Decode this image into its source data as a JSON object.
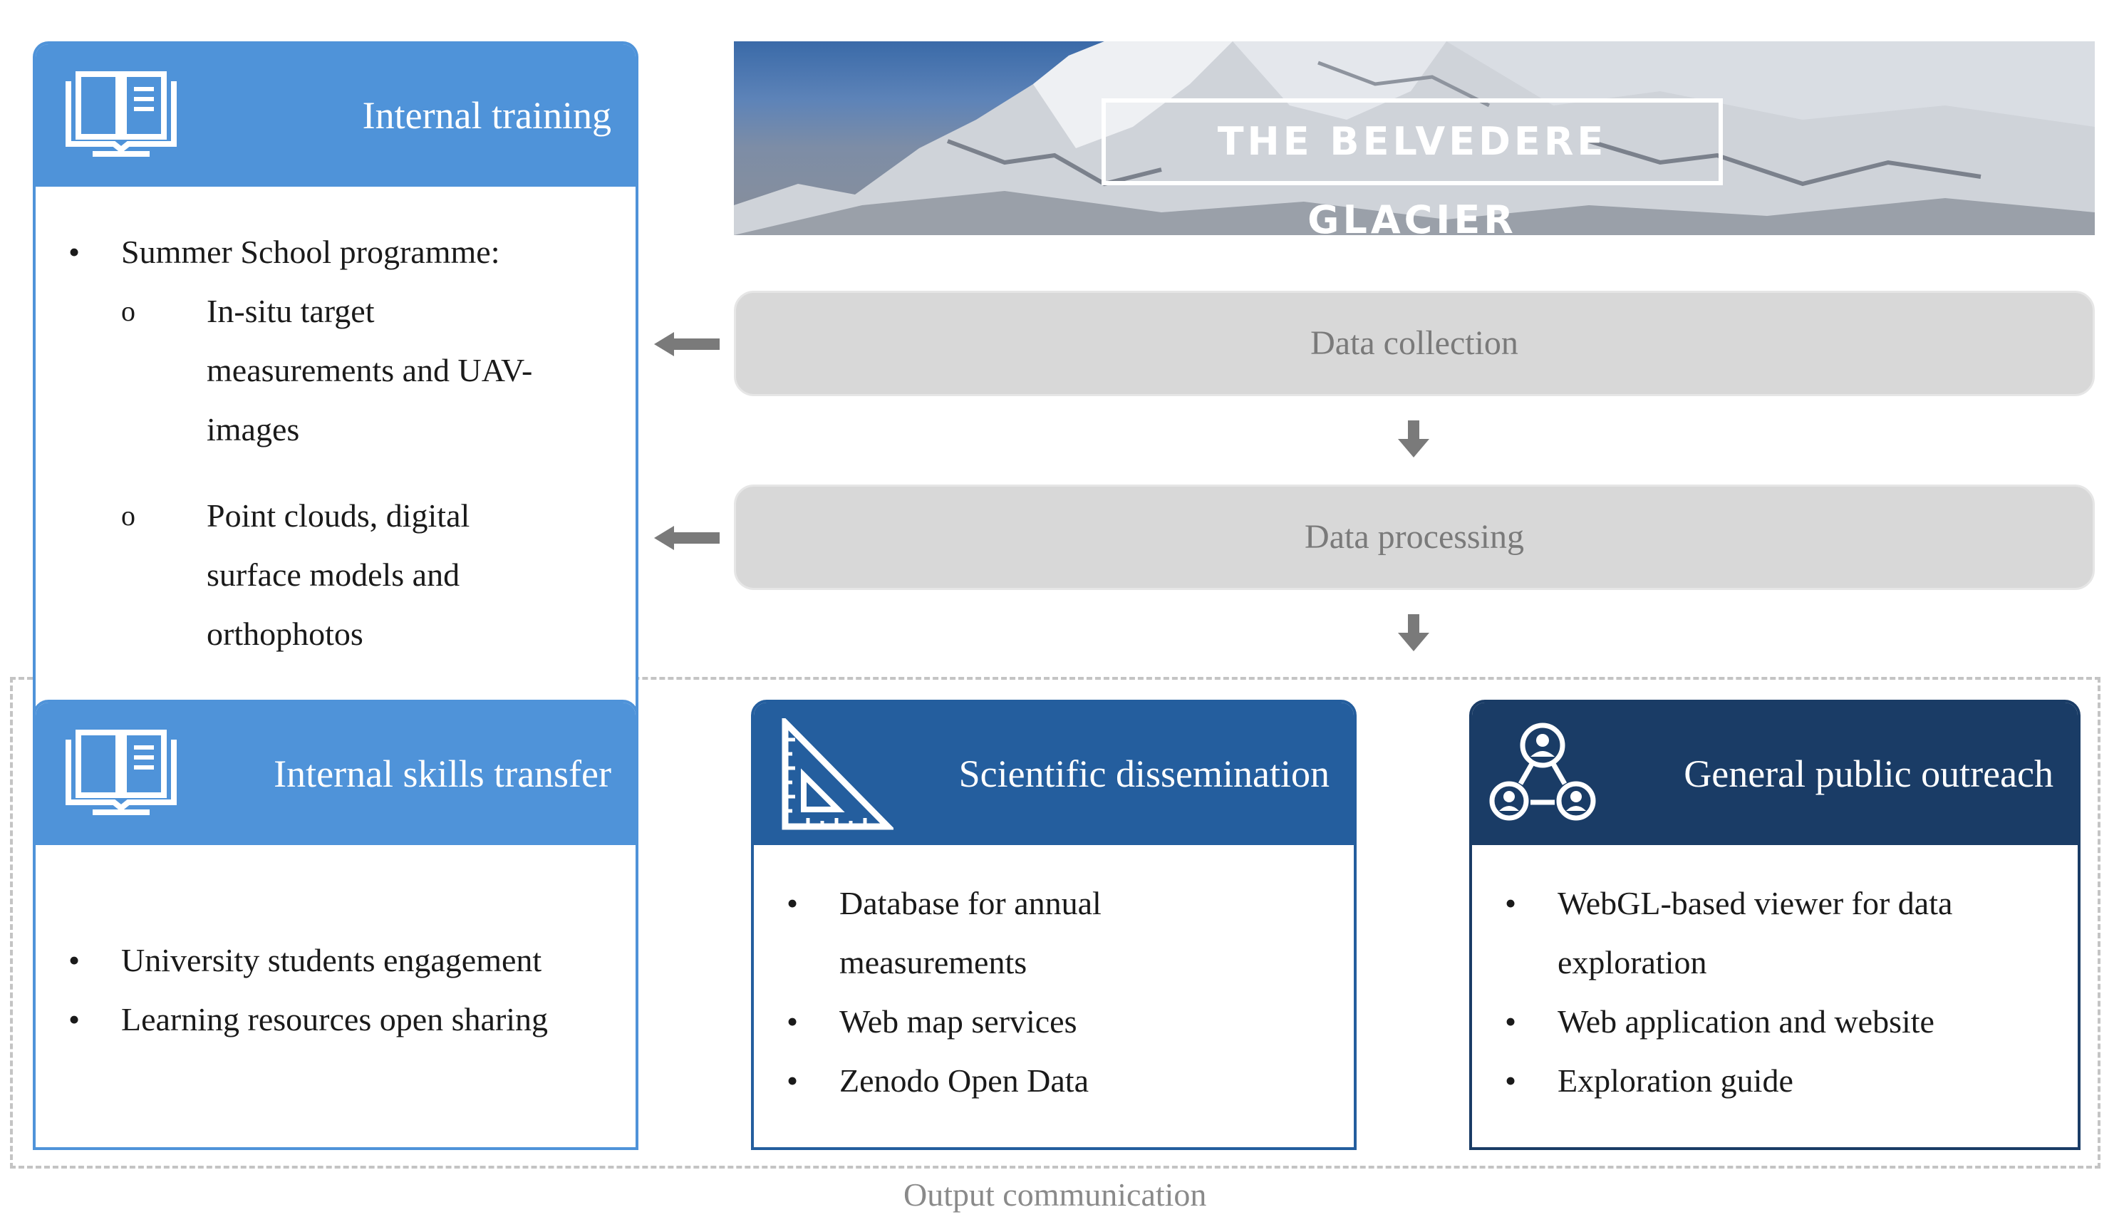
{
  "banner": {
    "title": "THE BELVEDERE GLACIER"
  },
  "flow": {
    "collection": "Data collection",
    "processing": "Data processing"
  },
  "internal_training": {
    "title": "Internal training",
    "bullet_glyph": "•",
    "sub_glyph": "o",
    "item": "Summer School programme:",
    "sub_items": [
      [
        "In-situ target",
        "measurements and UAV-",
        "images"
      ],
      [
        "Point clouds, digital",
        "surface models and",
        "orthophotos"
      ]
    ]
  },
  "internal_skills": {
    "title": "Internal skills transfer",
    "items": [
      "University students engagement",
      "Learning resources open sharing"
    ]
  },
  "scientific": {
    "title": "Scientific dissemination",
    "items": [
      [
        "Database for annual",
        "measurements"
      ],
      [
        "Web map services"
      ],
      [
        "Zenodo Open Data"
      ]
    ]
  },
  "public": {
    "title": "General public outreach",
    "items": [
      [
        "WebGL-based viewer for data",
        "exploration"
      ],
      [
        "Web application and website"
      ],
      [
        "Exploration guide"
      ]
    ]
  },
  "caption": "Output communication",
  "icons": [
    "book-icon",
    "set-square-icon",
    "people-network-icon",
    "arrow-left-icon",
    "arrow-down-icon"
  ],
  "colors": {
    "light_blue": "#4f93d9",
    "mid_blue": "#245e9e",
    "dark_blue": "#1a3c66",
    "flow_gray": "#d8d8d8",
    "arrow_gray": "#7a7a7a"
  }
}
